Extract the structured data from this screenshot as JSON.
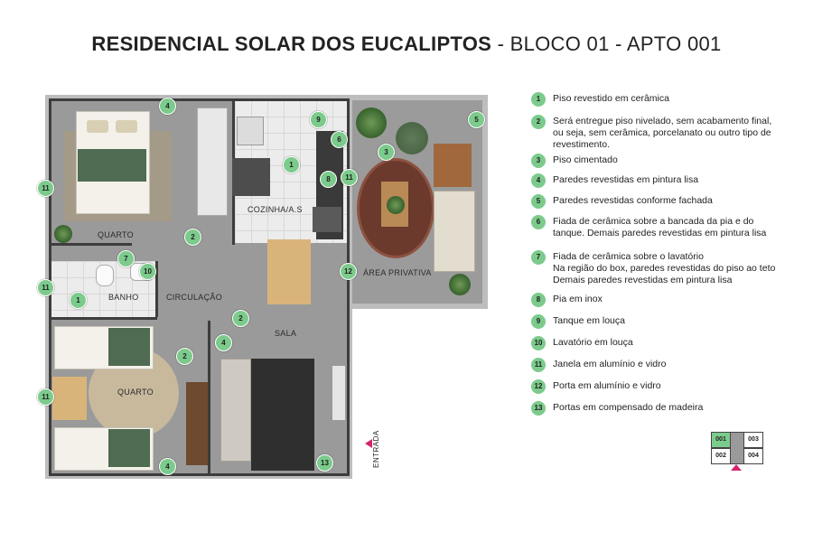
{
  "title": {
    "main": "RESIDENCIAL SOLAR DOS EUCALIPTOS",
    "suffix": " - BLOCO 01 - APTO 001"
  },
  "rooms": {
    "quarto_top": "QUARTO",
    "quarto_bottom": "QUARTO",
    "banho": "BANHO",
    "circulacao": "CIRCULAÇÃO",
    "cozinha": "COZINHA/A.S",
    "sala": "SALA",
    "area_privativa": "ÁREA PRIVATIVA",
    "entrada": "ENTRADA"
  },
  "markers": {
    "m1": "1",
    "m2": "2",
    "m3": "3",
    "m4": "4",
    "m5": "5",
    "m6": "6",
    "m7": "7",
    "m8": "8",
    "m9": "9",
    "m10": "10",
    "m11": "11",
    "m12": "12",
    "m13": "13"
  },
  "legend": [
    {
      "num": "1",
      "lines": [
        "Piso revestido em cerâmica"
      ]
    },
    {
      "num": "2",
      "lines": [
        "Será entregue piso nivelado, sem acabamento final,",
        "ou seja, sem cerâmica, porcelanato ou outro tipo de",
        "revestimento."
      ]
    },
    {
      "num": "3",
      "lines": [
        "Piso cimentado"
      ]
    },
    {
      "num": "4",
      "lines": [
        "Paredes revestidas em pintura lisa"
      ]
    },
    {
      "num": "5",
      "lines": [
        "Paredes revestidas conforme fachada"
      ]
    },
    {
      "num": "6",
      "lines": [
        "Fiada de cerâmica sobre a bancada da pia e do",
        "tanque. Demais paredes revestidas em pintura lisa"
      ]
    },
    {
      "num": "7",
      "lines": [
        "Fiada de cerâmica sobre o lavatório",
        "Na região do box, paredes revestidas do piso ao teto",
        "Demais paredes revestidas em pintura lisa"
      ]
    },
    {
      "num": "8",
      "lines": [
        "Pia em inox"
      ]
    },
    {
      "num": "9",
      "lines": [
        "Tanque em louça"
      ]
    },
    {
      "num": "10",
      "lines": [
        "Lavatório em louça"
      ]
    },
    {
      "num": "11",
      "lines": [
        "Janela em alumínio e vidro"
      ]
    },
    {
      "num": "12",
      "lines": [
        "Porta em alumínio e vidro"
      ]
    },
    {
      "num": "13",
      "lines": [
        "Portas em compensado de madeira"
      ]
    }
  ],
  "key_plan": {
    "u001": "001",
    "u002": "002",
    "u003": "003",
    "u004": "004"
  },
  "colors": {
    "marker": "#7ccb8c",
    "entrance_arrow": "#d4246e",
    "highlight_unit": "#7ccb8c"
  }
}
